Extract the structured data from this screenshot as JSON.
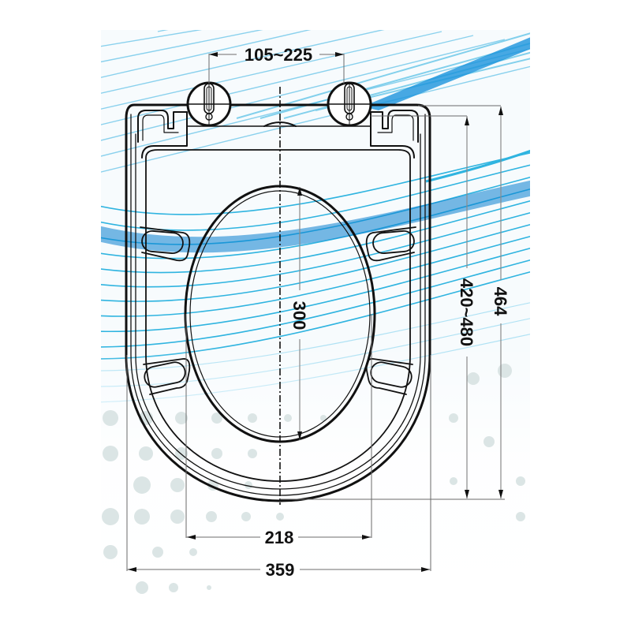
{
  "diagram": {
    "subject": "D-shaped toilet seat — top view technical drawing",
    "colors": {
      "wave_light": "#8fd3ee",
      "wave_mid": "#2fb4e0",
      "wave_dark": "#0a7fd0",
      "dots": "#dde6e6",
      "outline": "#111111",
      "dim_line": "#8a8a8a"
    },
    "dimensions": {
      "hinge_spacing": "105~225",
      "inner_opening_length": "300",
      "seat_length_range": "420~480",
      "overall_length": "464",
      "inner_opening_width": "218",
      "overall_width": "359"
    }
  }
}
